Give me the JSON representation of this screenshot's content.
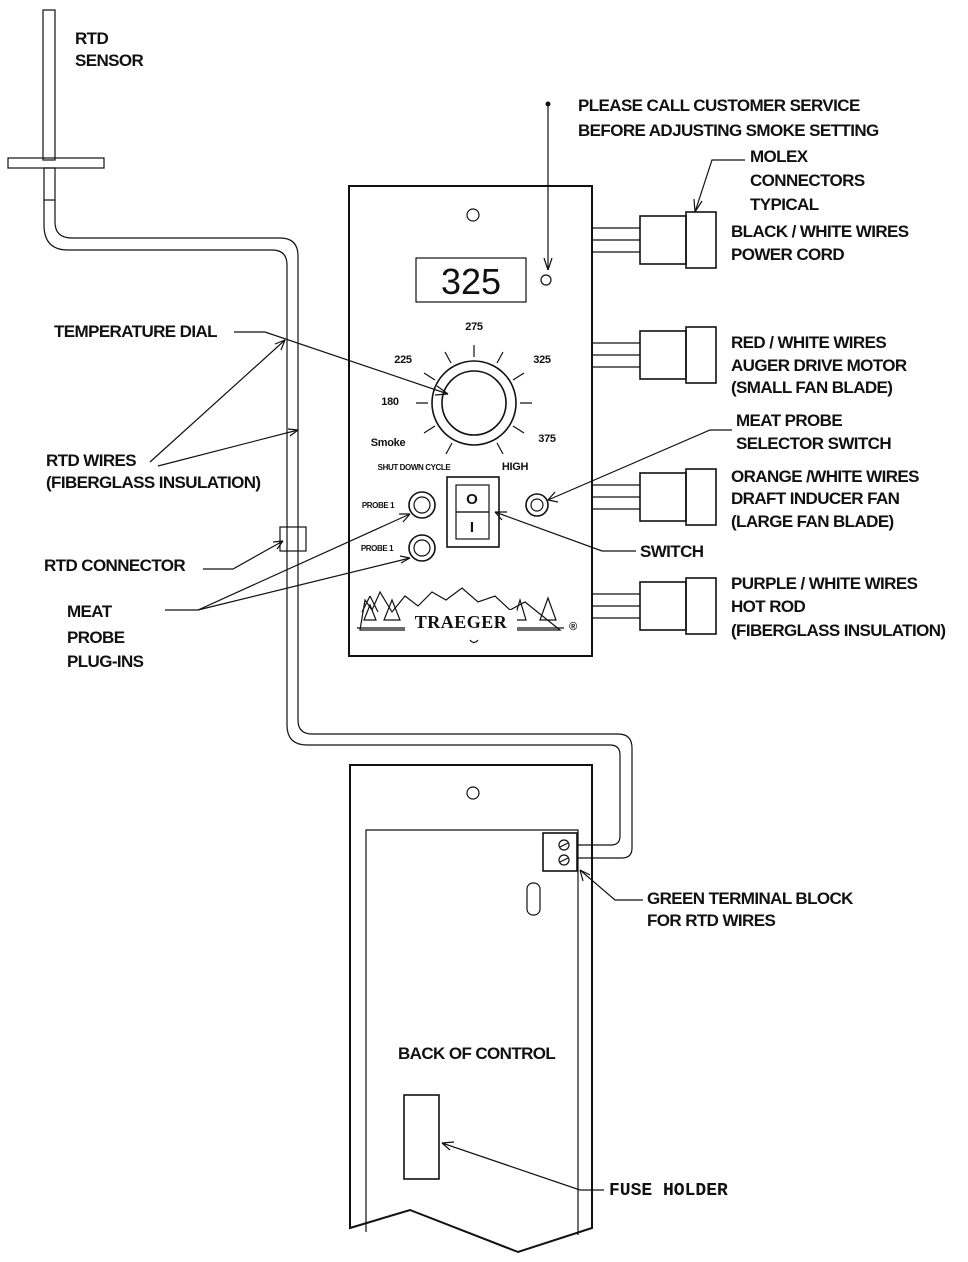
{
  "labels": {
    "rtd_sensor": [
      "RTD",
      "SENSOR"
    ],
    "customer_service": [
      "PLEASE CALL CUSTOMER SERVICE",
      "BEFORE ADJUSTING SMOKE SETTING"
    ],
    "molex": [
      "MOLEX",
      "CONNECTORS",
      "TYPICAL"
    ],
    "black_white": [
      "BLACK / WHITE WIRES",
      "POWER CORD"
    ],
    "temperature_dial": "TEMPERATURE DIAL",
    "red_white": [
      "RED / WHITE WIRES",
      "AUGER DRIVE MOTOR",
      "(SMALL FAN BLADE)"
    ],
    "meat_probe_selector": [
      "MEAT PROBE",
      "SELECTOR SWITCH"
    ],
    "rtd_wires": [
      "RTD WIRES",
      "(FIBERGLASS INSULATION)"
    ],
    "orange_white": [
      "ORANGE /WHITE WIRES",
      "DRAFT INDUCER FAN",
      "(LARGE FAN BLADE)"
    ],
    "rtd_connector": "RTD CONNECTOR",
    "switch": "SWITCH",
    "meat_probe_plugins": [
      "MEAT",
      "PROBE",
      "PLUG-INS"
    ],
    "purple_white": [
      "PURPLE / WHITE WIRES",
      "HOT ROD",
      "(FIBERGLASS INSULATION)"
    ],
    "green_terminal": [
      "GREEN TERMINAL BLOCK",
      "FOR RTD WIRES"
    ],
    "back_of_control": "BACK OF CONTROL",
    "fuse_holder": "FUSE HOLDER"
  },
  "panel": {
    "display": "325",
    "dial_marks": {
      "d275": "275",
      "d225": "225",
      "d325": "325",
      "d180": "180",
      "d375": "375",
      "smoke": "Smoke",
      "shut_down": "SHUT DOWN CYCLE",
      "high": "HIGH"
    },
    "probe_top": "PROBE 1",
    "probe_bottom": "PROBE 1",
    "switch_on": "O",
    "switch_off": "I",
    "brand": "TRAEGER",
    "registered": "®"
  }
}
